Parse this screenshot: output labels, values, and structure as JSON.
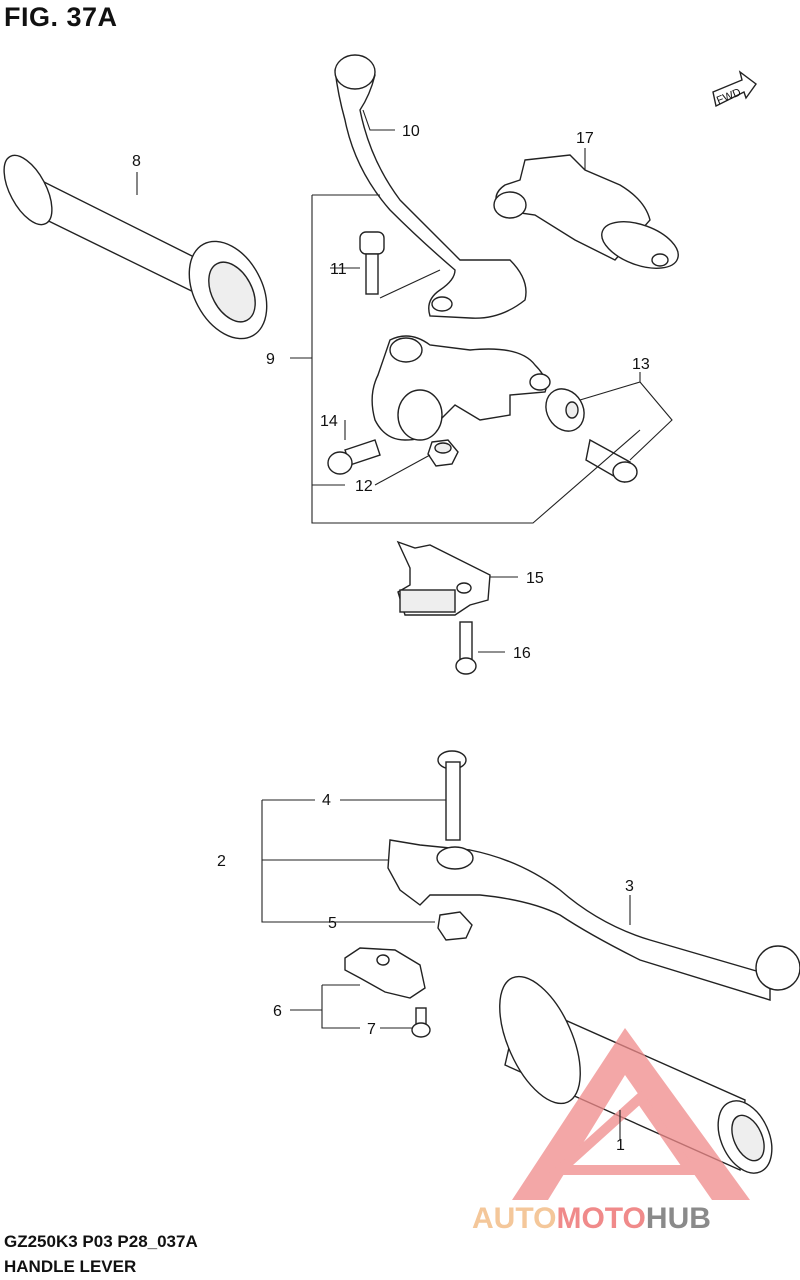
{
  "header": {
    "figure": "FIG. 37A"
  },
  "footer": {
    "model_code": "GZ250K3 P03 P28_037A",
    "title": "HANDLE LEVER"
  },
  "direction_tag": "FWD",
  "callouts": {
    "c1": "1",
    "c2": "2",
    "c3": "3",
    "c4": "4",
    "c5": "5",
    "c6": "6",
    "c7": "7",
    "c8": "8",
    "c9": "9",
    "c10": "10",
    "c11": "11",
    "c12": "12",
    "c13": "13",
    "c14": "14",
    "c15": "15",
    "c16": "16",
    "c17": "17"
  },
  "watermark": {
    "part1": "AUTO",
    "part2": "MOTO",
    "part3": "HUB",
    "colors": {
      "auto": "#f4c79a",
      "moto": "#f08a8a",
      "hub": "#8a8a8a",
      "logo": "#f08a8a"
    }
  }
}
